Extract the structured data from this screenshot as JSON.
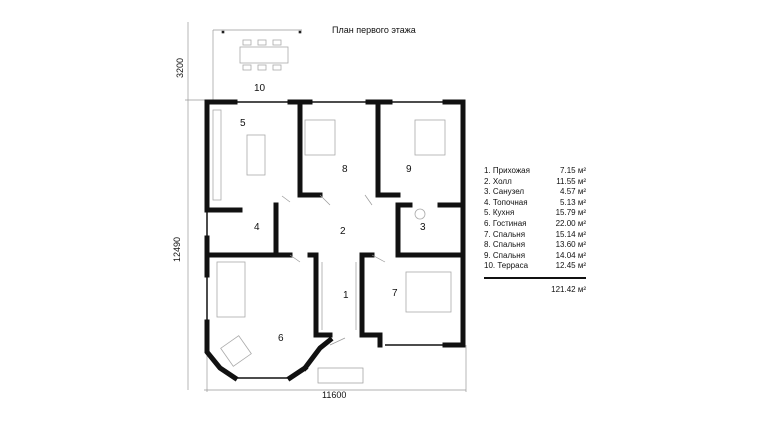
{
  "title": "План первого этажа",
  "rooms": [
    {
      "num": "1",
      "name": "1. Прихожая",
      "area": "7.15 м²"
    },
    {
      "num": "2",
      "name": "2. Холл",
      "area": "11.55 м²"
    },
    {
      "num": "3",
      "name": "3. Санузел",
      "area": "4.57 м²"
    },
    {
      "num": "4",
      "name": "4. Топочная",
      "area": "5.13 м²"
    },
    {
      "num": "5",
      "name": "5. Кухня",
      "area": "15.79 м²"
    },
    {
      "num": "6",
      "name": "6. Гостиная",
      "area": "22.00 м²"
    },
    {
      "num": "7",
      "name": "7. Спальня",
      "area": "15.14 м²"
    },
    {
      "num": "8",
      "name": "8. Спальня",
      "area": "13.60 м²"
    },
    {
      "num": "9",
      "name": "9. Спальня",
      "area": "14.04 м²"
    },
    {
      "num": "10",
      "name": "10. Терраса",
      "area": "12.45 м²"
    }
  ],
  "total": "121.42 м²",
  "dimensions": {
    "terrace_depth": "3200",
    "house_depth": "12490",
    "house_width": "11600"
  }
}
